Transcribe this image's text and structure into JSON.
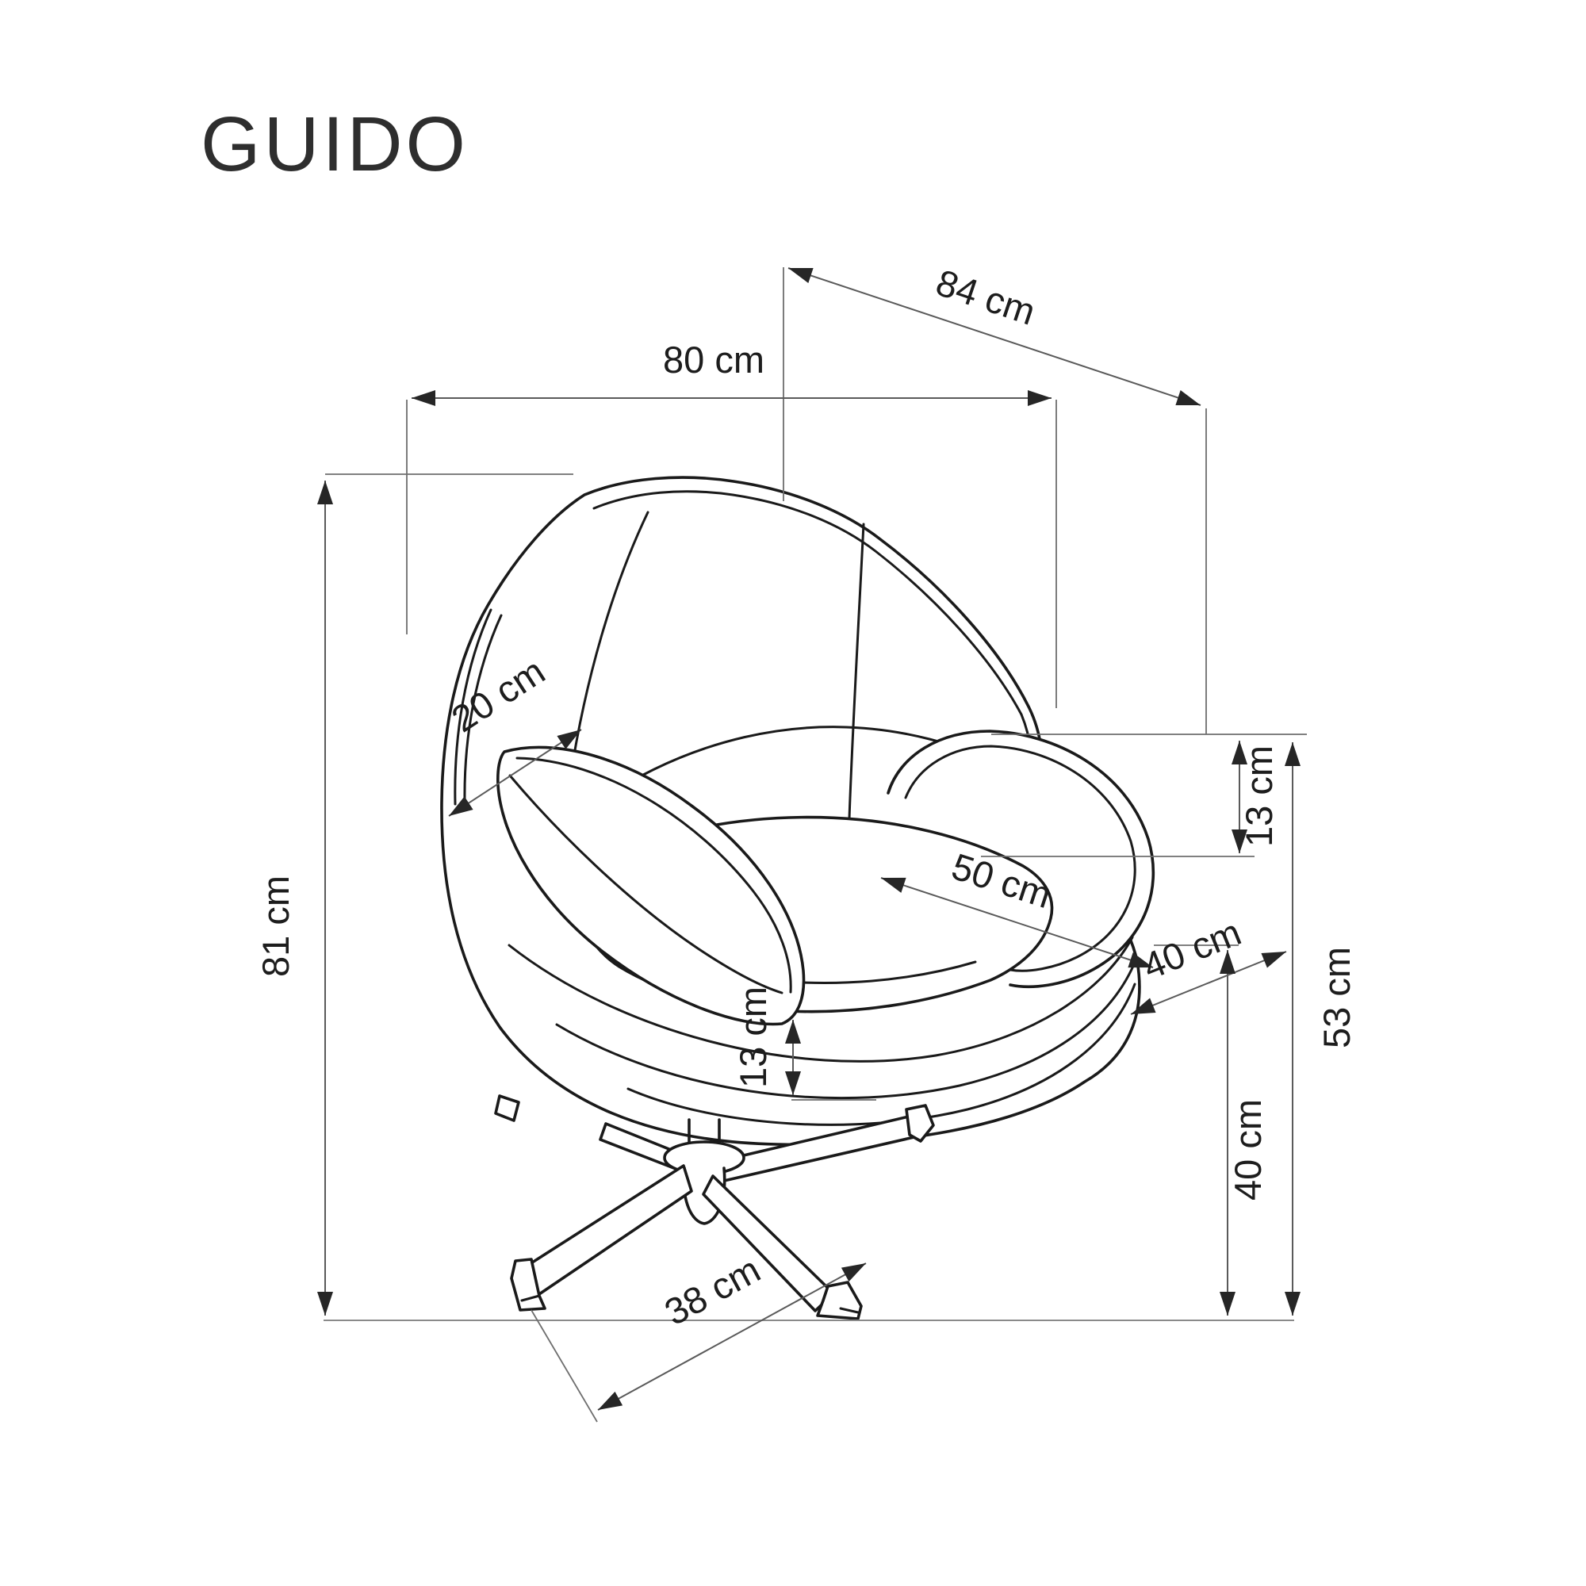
{
  "title": "GUIDO",
  "unit": "cm",
  "dimensions": {
    "depth_total": {
      "label": "84 cm"
    },
    "width_total": {
      "label": "80 cm"
    },
    "height_total": {
      "label": "81 cm"
    },
    "back_side_panel": {
      "label": "20 cm"
    },
    "armrest_drop": {
      "label": "13 cm"
    },
    "seat_width": {
      "label": "50 cm"
    },
    "seat_depth": {
      "label": "40 cm"
    },
    "cushion_thickness": {
      "label": "13 cm"
    },
    "armrest_height": {
      "label": "53 cm"
    },
    "seat_height": {
      "label": "40 cm"
    },
    "base_leg_length": {
      "label": "38 cm"
    }
  }
}
